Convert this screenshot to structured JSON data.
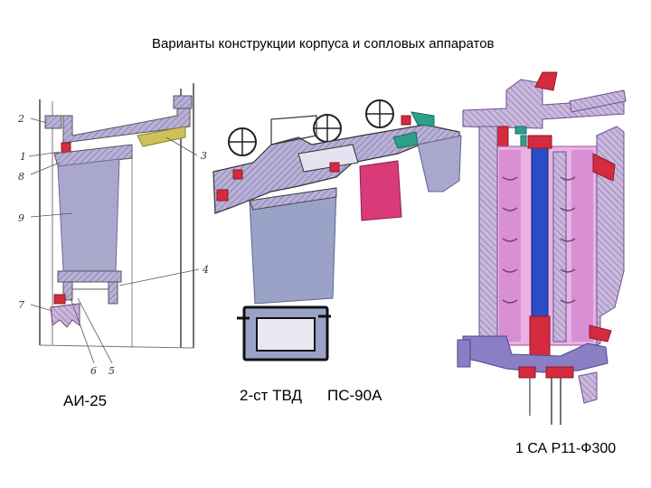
{
  "title": "Варианты конструкции корпуса и сопловых аппаратов",
  "captions": {
    "ai25": "АИ-25",
    "tvd": "2-ст ТВД",
    "ps90a": "ПС-90А",
    "r11": "1 СА  Р11-Ф300"
  },
  "callouts": [
    "2",
    "1",
    "8",
    "9",
    "7",
    "3",
    "4",
    "6",
    "5"
  ],
  "colors": {
    "vane_lavender": "#a9a7cc",
    "pink_insert": "#d93b78",
    "yellow_strip": "#cfc05a",
    "purple_casing": "#8a7fc4",
    "magenta": "#cc44aa",
    "blue_rod": "#2c4cc4",
    "green_seal": "#2d9f8a",
    "red_bolt": "#d42b3e"
  }
}
